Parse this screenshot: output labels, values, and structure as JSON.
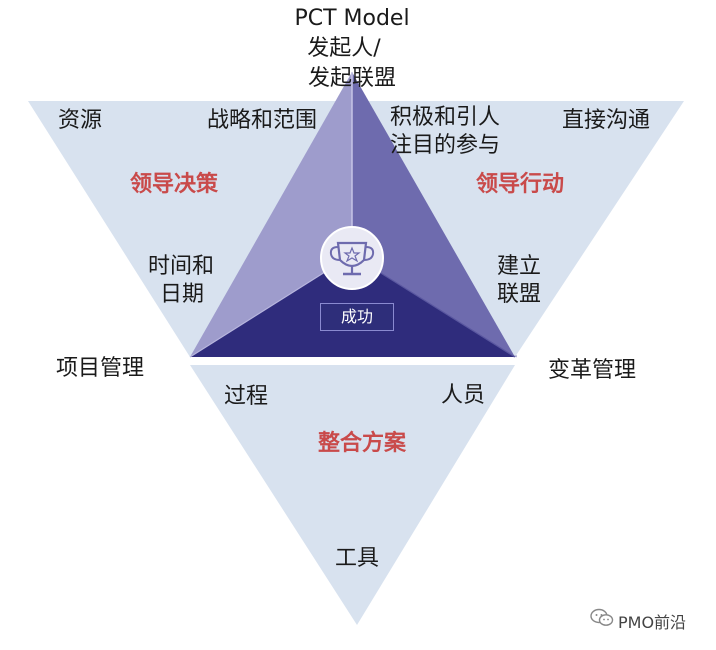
{
  "header": {
    "title": "PCT Model",
    "top_label_line1": "发起人/",
    "top_label_line2": "发起联盟"
  },
  "left_panel": {
    "corner_label": "资源",
    "inner_label": "战略和范围",
    "section_title": "领导决策",
    "time_label_line1": "时间和",
    "time_label_line2": "日期",
    "outer_label": "项目管理"
  },
  "right_panel": {
    "inner_label_line1": "积极和引人",
    "inner_label_line2": "注目的参与",
    "corner_label": "直接沟通",
    "section_title": "领导行动",
    "coalition_line1": "建立",
    "coalition_line2": "联盟",
    "outer_label": "变革管理"
  },
  "bottom_panel": {
    "left_label": "过程",
    "right_label": "人员",
    "section_title": "整合方案",
    "bottom_label": "工具"
  },
  "center": {
    "badge_label": "成功",
    "icon": "trophy-icon"
  },
  "watermark": {
    "icon": "wechat-icon",
    "text": "PMO前沿"
  },
  "colors": {
    "outer_triangle": "#d8e2ef",
    "facet_left": "#9e9ccc",
    "facet_right": "#6e6bae",
    "facet_bottom": "#2f2c7c",
    "accent_red": "#c94a4a"
  }
}
